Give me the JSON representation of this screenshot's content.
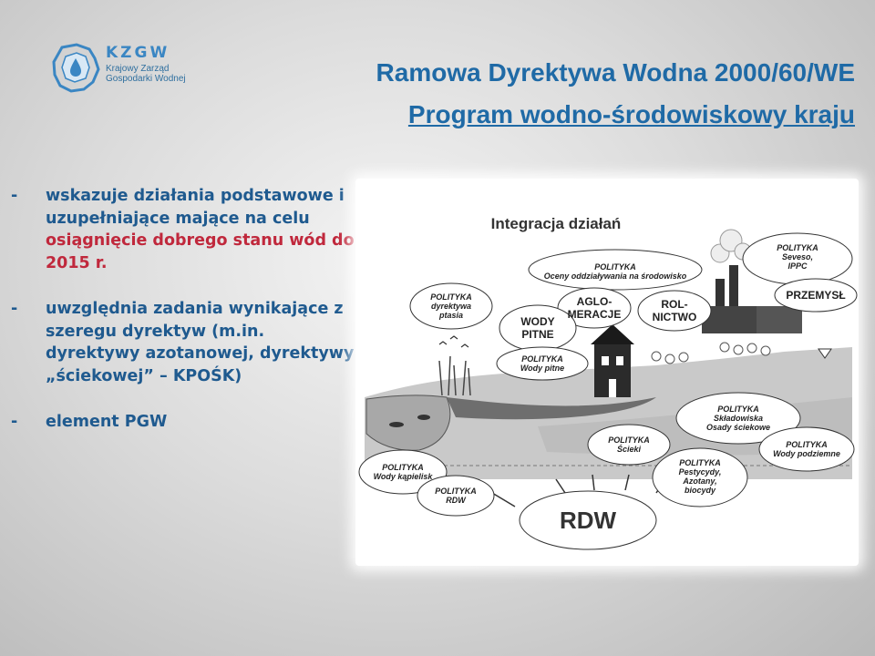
{
  "logo": {
    "name": "KZGW",
    "line1": "Krajowy Zarząd",
    "line2": "Gospodarki Wodnej"
  },
  "title": {
    "line1": "Ramowa Dyrektywa Wodna 2000/60/WE",
    "line2": "Program wodno-środowiskowy kraju"
  },
  "bullets": [
    {
      "dash": "-",
      "text": "wskazuje działania podstawowe i uzupełniające mające na celu ",
      "highlight": "osiągnięcie dobrego stanu wód do 2015 r."
    },
    {
      "dash": "-",
      "text": "uwzględnia zadania wynikające z szeregu dyrektyw (m.in. dyrektywy azotanowej, dyrektywy „ściekowej” – KPOŚK)"
    },
    {
      "dash": "-",
      "text": "element PGW"
    }
  ],
  "diagram": {
    "title": "Integracja działań",
    "labels": {
      "ptasia": [
        "POLITYKA",
        "dyrektywa",
        "ptasia"
      ],
      "oceny": [
        "POLITYKA",
        "Oceny oddziaływania na środowisko"
      ],
      "seveso": [
        "POLITYKA",
        "Seveso,",
        "IPPC"
      ],
      "aglo": [
        "AGLO-",
        "MERACJE"
      ],
      "rol": [
        "ROL-",
        "NICTWO"
      ],
      "przemysl": [
        "PRZEMYSŁ"
      ],
      "wody_pitne": [
        "WODY",
        "PITNE"
      ],
      "wody_pitne_pol": [
        "POLITYKA",
        "Wody pitne"
      ],
      "skladowiska": [
        "POLITYKA",
        "Składowiska",
        "Osady ściekowe"
      ],
      "scieki": [
        "POLITYKA",
        "Ścieki"
      ],
      "podziemne": [
        "POLITYKA",
        "Wody podziemne"
      ],
      "kapieliska": [
        "POLITYKA",
        "Wody kąpielisk"
      ],
      "rdw_pol": [
        "POLITYKA",
        "RDW"
      ],
      "pestycydy": [
        "POLITYKA",
        "Pestycydy,",
        "Azotany,",
        "biocydy"
      ],
      "rdw": [
        "RDW"
      ]
    }
  }
}
